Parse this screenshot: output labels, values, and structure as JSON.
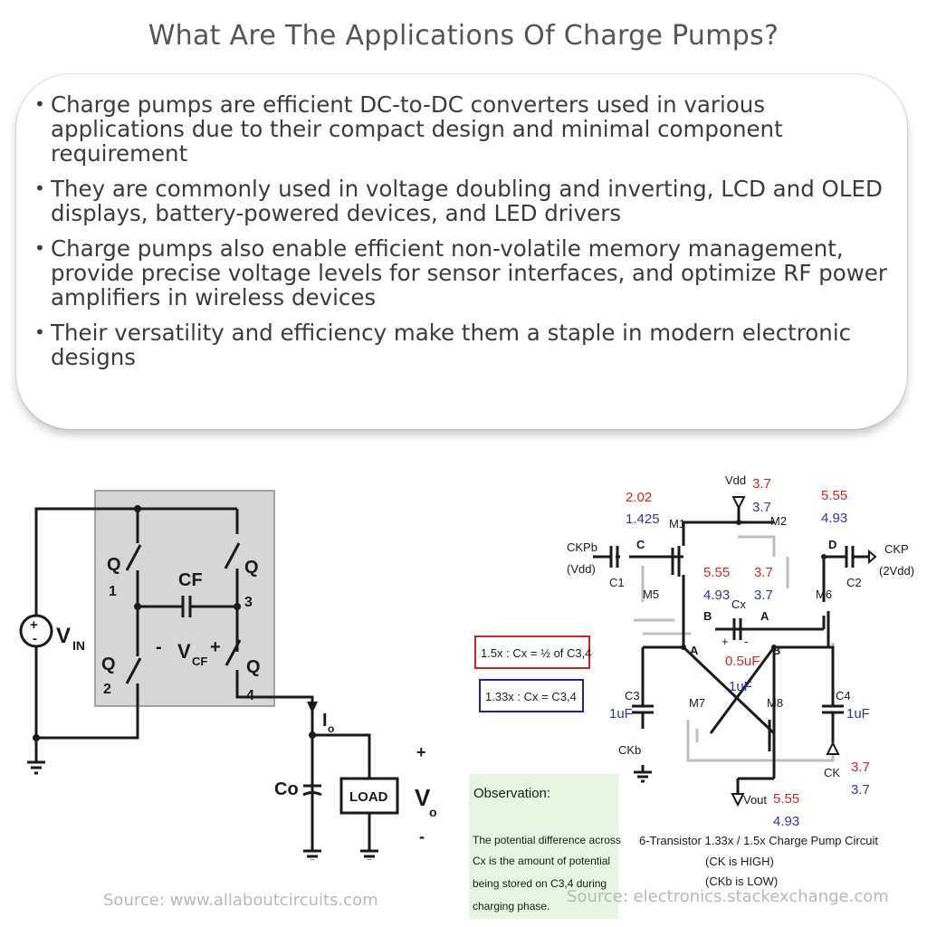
{
  "title": "What Are The Applications Of Charge Pumps?",
  "bullets": [
    "Charge pumps are efficient DC-to-DC converters used in various applications due to their compact design and minimal component requirement",
    "They are commonly used in voltage doubling and inverting, LCD and OLED displays, battery-powered devices, and LED drivers",
    "Charge pumps also enable efficient non-volatile memory management, provide precise voltage levels for sensor interfaces, and optimize RF power amplifiers in wireless devices",
    "Their versatility and efficiency make them a staple in modern electronic designs"
  ],
  "left_diagram": {
    "vin": "V",
    "vin_sub": "IN",
    "q1": "Q",
    "q1_num": "1",
    "q2": "Q",
    "q2_num": "2",
    "q3": "Q",
    "q3_num": "3",
    "q4": "Q",
    "q4_num": "4",
    "cf": "CF",
    "vcf": "V",
    "vcf_sub": "CF",
    "minus": "-",
    "plus": "+",
    "io": "I",
    "io_sub": "o",
    "co": "Co",
    "load": "LOAD",
    "vo": "V",
    "vo_sub": "o",
    "vo_plus": "+",
    "vo_minus": "-",
    "source": "Source: www.allaboutcircuits.com"
  },
  "right_diagram": {
    "vdd": "Vdd",
    "vdd_red": "3.7",
    "vdd_blue": "3.7",
    "c_node_red": "2.02",
    "c_node_blue": "1.425",
    "right_red": "5.55",
    "right_blue": "4.93",
    "m1": "M1",
    "m2": "M2",
    "m5": "M5",
    "m6": "M6",
    "m7": "M7",
    "m8": "M8",
    "ckpb": "CKPb",
    "ckpb_sub": "(Vdd)",
    "ckp": "CKP",
    "ckp_sub": "(2Vdd)",
    "c_label": "C",
    "d_label": "D",
    "c1": "C1",
    "c2": "C2",
    "a_red": "5.55",
    "a_blue": "4.93",
    "b_red": "3.7",
    "b_blue": "3.7",
    "cx": "Cx",
    "node_b": "B",
    "node_a": "A",
    "node_a2": "A",
    "node_b2": "B",
    "cx_plus": "+",
    "cx_minus": "-",
    "cx_red": "0.5uF",
    "cx_blue": "1uF",
    "box1": "1.5x :  Cx = ½ of C3,4",
    "box2": "1.33x :  Cx =  C3,4",
    "c3": "C3",
    "c3_val": "1uF",
    "c4": "C4",
    "c4_val": "1uF",
    "ckb": "CKb",
    "ck": "CK",
    "ck_red": "3.7",
    "ck_blue": "3.7",
    "vout": "Vout",
    "vout_red": "5.55",
    "vout_blue": "4.93",
    "obs_title": "Observation:",
    "obs_text_1": "The potential difference across",
    "obs_text_2": "Cx is the amount of potential",
    "obs_text_3": "being stored on C3,4 during",
    "obs_text_4": "charging phase.",
    "caption_1": "6-Transistor 1.33x / 1.5x Charge Pump Circuit",
    "caption_2": "(CK is HIGH)",
    "caption_3": "(CKb is LOW)",
    "source": "Source: electronics.stackexchange.com"
  },
  "colors": {
    "red": "#e0241b",
    "blue": "#2a33b8",
    "box_red": "#d62020",
    "box_blue": "#2020b0",
    "obs_bg": "#e6f5e1"
  }
}
